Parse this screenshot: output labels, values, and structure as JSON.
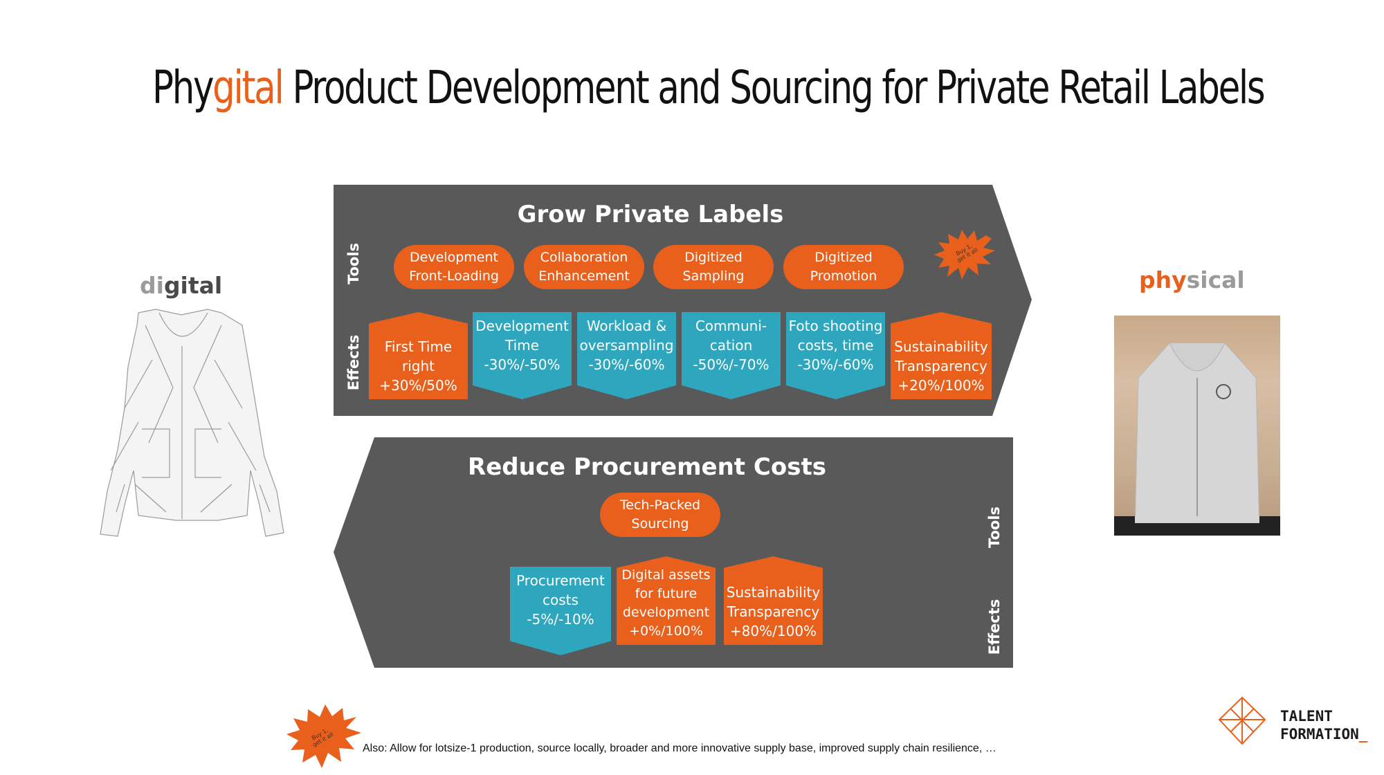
{
  "title": {
    "prefix": "Phy",
    "accent": "gital",
    "rest": " Product Development and Sourcing for Private Retail Labels"
  },
  "colors": {
    "accent": "#E8601C",
    "teal": "#2EA6BE",
    "panel": "#595959",
    "grey_text": "#9A9A9A"
  },
  "digital": {
    "prefix": "di",
    "suffix": "gital"
  },
  "physical": {
    "prefix": "phy",
    "suffix": "sical"
  },
  "grow": {
    "title": "Grow Private Labels",
    "tools_label": "Tools",
    "effects_label": "Effects",
    "tools": [
      "Development\nFront-Loading",
      "Collaboration\nEnhancement",
      "Digitized\nSampling",
      "Digitized\nPromotion"
    ],
    "burst": "Buy 1,\nget it all",
    "effects": [
      {
        "text": "First Time\nright\n+30%/50%",
        "color": "orange"
      },
      {
        "text": "Development\nTime\n-30%/-50%",
        "color": "teal"
      },
      {
        "text": "Workload &\noversampling\n-30%/-60%",
        "color": "teal"
      },
      {
        "text": "Communi-\ncation\n-50%/-70%",
        "color": "teal"
      },
      {
        "text": "Foto shooting\ncosts, time\n-30%/-60%",
        "color": "teal"
      },
      {
        "text": "Sustainability\nTransparency\n+20%/100%",
        "color": "orange"
      }
    ]
  },
  "reduce": {
    "title": "Reduce Procurement Costs",
    "tools_label": "Tools",
    "effects_label": "Effects",
    "tools": [
      "Tech-Packed\nSourcing"
    ],
    "effects": [
      {
        "text": "Procurement\ncosts\n-5%/-10%",
        "color": "teal"
      },
      {
        "text": "Digital assets\nfor future\ndevelopment\n+0%/100%",
        "color": "orange"
      },
      {
        "text": "Sustainability\nTransparency\n+80%/100%",
        "color": "orange"
      }
    ]
  },
  "footer": {
    "burst": "Buy 1,\nget it all",
    "note": "Also: Allow for lotsize-1 production, source locally, broader and more innovative supply base, improved supply chain resilience, …"
  },
  "logo": {
    "text": "TALENT\nFORMATION",
    "underscore": "_"
  }
}
